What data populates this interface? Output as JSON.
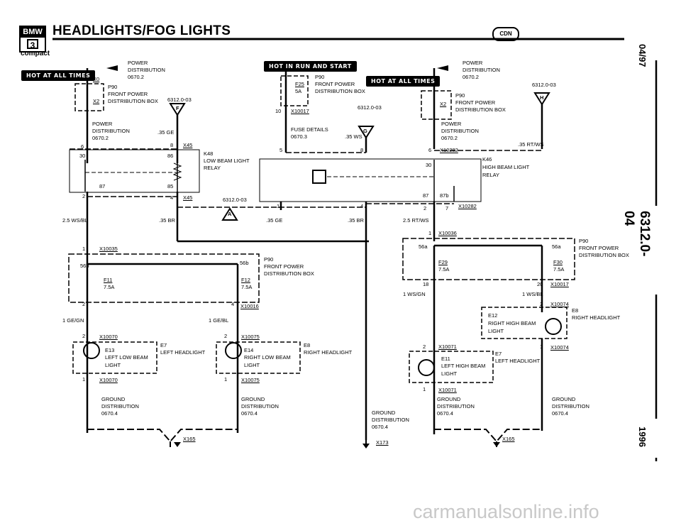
{
  "header": {
    "badge_top": "BMW",
    "badge_num": "3",
    "title": "HEADLIGHTS/FOG LIGHTS",
    "subtitle": "compact",
    "cd_icon": "CDN"
  },
  "side": {
    "date": "04/97",
    "section": "6312.0-04",
    "year": "1996"
  },
  "footer": {
    "watermark": "carmanualsonline.info"
  },
  "hot": {
    "a": "HOT AT ALL TIMES",
    "b": "HOT IN RUN AND START",
    "c": "HOT AT ALL TIMES"
  },
  "L": {
    "pd1": "POWER",
    "pd2": "DISTRIBUTION",
    "pd3": "0670.2",
    "x0": "X0",
    "p90": "P90",
    "fpb1": "FRONT POWER",
    "fpb2": "DISTRIBUTION BOX",
    "x2": "X2",
    "ref": "6312.0-03",
    "flagF": "F",
    "pd4": "POWER",
    "pd5": "DISTRIBUTION",
    "pd6": "0670.2",
    "wge": ".35 GE",
    "p8": "8",
    "x45a": "X45",
    "p6": "6",
    "k48a": "K48",
    "k48b": "LOW BEAM LIGHT",
    "k48c": "RELAY",
    "p30": "30",
    "p86": "86",
    "p87": "87",
    "p85": "85",
    "p2": "2",
    "p4": "4",
    "x45b": "X45",
    "ref2": "6312.0-03",
    "flagA": "A",
    "w25": "2.5 WS/BL",
    "w35br": ".35 BR",
    "p1": "1",
    "x10035": "X10035",
    "p56b": "56b",
    "p56b2": "56b",
    "f11": "F11",
    "f11a": "7.5A",
    "f12": "F12",
    "f12a": "7.5A",
    "p90b": "P90",
    "fpb3": "FRONT POWER",
    "fpb4": "DISTRIBUTION BOX",
    "p2b": "2",
    "p4b": "4",
    "x10016": "X10016",
    "geb1": "1 GE/GN",
    "geb2": "1 GE/BL",
    "p2c": "2",
    "x10070": "X10070",
    "p2d": "2",
    "x10075": "X10075",
    "e13": "E13",
    "e13a": "LEFT LOW BEAM",
    "e13b": "LIGHT",
    "e7": "E7",
    "e7a": "LEFT HEADLIGHT",
    "e14": "E14",
    "e14a": "RIGHT LOW BEAM",
    "e14b": "LIGHT",
    "e8": "E8",
    "e8a": "RIGHT HEADLIGHT",
    "p1b": "1",
    "x10070b": "X10070",
    "p1c": "1",
    "x10075b": "X10075",
    "g1": "GROUND",
    "g2": "DISTRIBUTION",
    "g3": "0670.4",
    "g4": "GROUND",
    "g5": "DISTRIBUTION",
    "g6": "0670.4",
    "x165": "X165"
  },
  "M": {
    "p90": "P90",
    "f25": "F25",
    "f25a": "5A",
    "fpb1": "FRONT POWER",
    "fpb2": "DISTRIBUTION BOX",
    "p10": "10",
    "x10017": "X10017",
    "ref": "6312.0-03",
    "flagG": "G",
    "fd1": "FUSE DETAILS",
    "fd2": "0670.3",
    "w35ws": ".35 WS",
    "p5": "5",
    "p8": "8",
    "p1": "1",
    "p4": "4",
    "w35ge": ".35 GE",
    "w35br": ".35 BR",
    "g1": "GROUND",
    "g2": "DISTRIBUTION",
    "g3": "0670.4",
    "x173": "X173"
  },
  "R": {
    "pd1": "POWER",
    "pd2": "DISTRIBUTION",
    "pd3": "0670.2",
    "ref": "6312.0-03",
    "flagH": "H",
    "p90": "P90",
    "fpb1": "FRONT POWER",
    "fpb2": "DISTRIBUTION BOX",
    "x2": "X2",
    "pd4": "POWER",
    "pd5": "DISTRIBUTION",
    "pd6": "0670.2",
    "wrt": ".35 RT/WS",
    "p6": "6",
    "x10282": "X10282",
    "k46a": "K46",
    "k46b": "HIGH BEAM LIGHT",
    "k46c": "RELAY",
    "p30": "30",
    "p87": "87",
    "p87b": "87b",
    "p2": "2",
    "p7": "7",
    "x10282b": "X10282",
    "w25": "2.5 RT/WS",
    "p1": "1",
    "x10036": "X10036",
    "p56a": "56a",
    "p56a2": "56a",
    "f29": "F29",
    "f29a": "7.5A",
    "f30": "F30",
    "f30a": "7.5A",
    "p90b": "P90",
    "fpb3": "FRONT POWER",
    "fpb4": "DISTRIBUTION BOX",
    "p18": "18",
    "p20": "20",
    "x10017": "X10017",
    "w1": "1 WS/GN",
    "w2": "1 WS/BL",
    "p2b": "2",
    "x10074": "X10074",
    "e12": "E12",
    "e12a": "RIGHT HIGH BEAM",
    "e12b": "LIGHT",
    "e8": "E8",
    "e8a": "RIGHT HEADLIGHT",
    "p1b": "1",
    "x10074b": "X10074",
    "p2c": "2",
    "x10071": "X10071",
    "e11": "E11",
    "e11a": "LEFT HIGH BEAM",
    "e11b": "LIGHT",
    "e7": "E7",
    "e7a": "LEFT HEADLIGHT",
    "p1c": "1",
    "x10071b": "X10071",
    "g1": "GROUND",
    "g2": "DISTRIBUTION",
    "g3": "0670.4",
    "g4": "GROUND",
    "g5": "DISTRIBUTION",
    "g6": "0670.4",
    "x165": "X165"
  }
}
